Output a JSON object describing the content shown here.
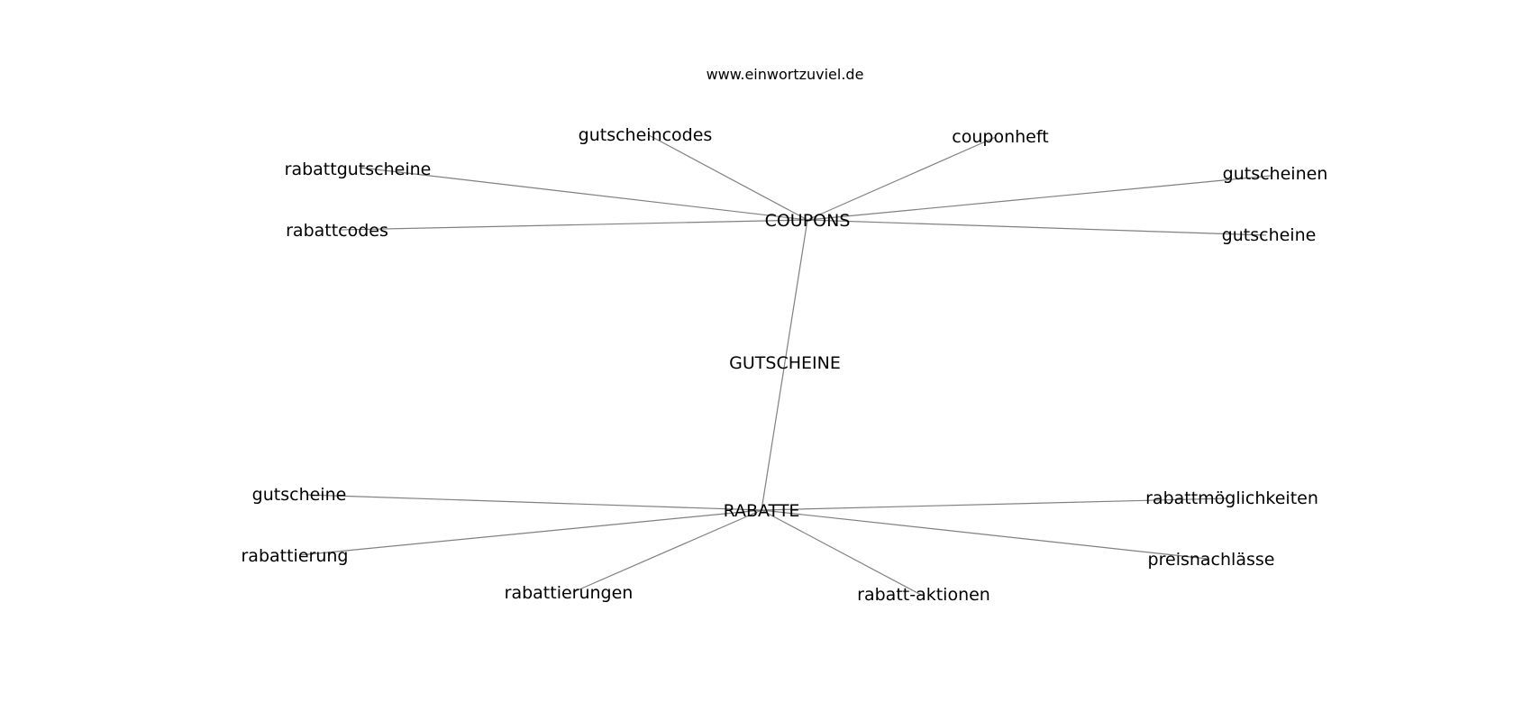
{
  "site": "www.einwortzuviel.de",
  "center": {
    "id": "gutscheine_main",
    "label": "GUTSCHEINE"
  },
  "hubs": [
    {
      "id": "coupons",
      "label": "COUPONS"
    },
    {
      "id": "rabatte",
      "label": "RABATTE"
    }
  ],
  "leaves": [
    {
      "id": "c1",
      "label": "gutscheincodes",
      "hub": "coupons"
    },
    {
      "id": "c2",
      "label": "couponheft",
      "hub": "coupons"
    },
    {
      "id": "c3",
      "label": "rabattgutscheine",
      "hub": "coupons"
    },
    {
      "id": "c4",
      "label": "gutscheinen",
      "hub": "coupons"
    },
    {
      "id": "c5",
      "label": "rabattcodes",
      "hub": "coupons"
    },
    {
      "id": "c6",
      "label": "gutscheine",
      "hub": "coupons"
    },
    {
      "id": "r1",
      "label": "gutscheine",
      "hub": "rabatte"
    },
    {
      "id": "r2",
      "label": "rabattmöglichkeiten",
      "hub": "rabatte"
    },
    {
      "id": "r3",
      "label": "rabattierung",
      "hub": "rabatte"
    },
    {
      "id": "r4",
      "label": "preisnachlässe",
      "hub": "rabatte"
    },
    {
      "id": "r5",
      "label": "rabattierungen",
      "hub": "rabatte"
    },
    {
      "id": "r6",
      "label": "rabatt-aktionen",
      "hub": "rabatte"
    }
  ],
  "hub_edge": {
    "from": "coupons",
    "to": "rabatte"
  }
}
